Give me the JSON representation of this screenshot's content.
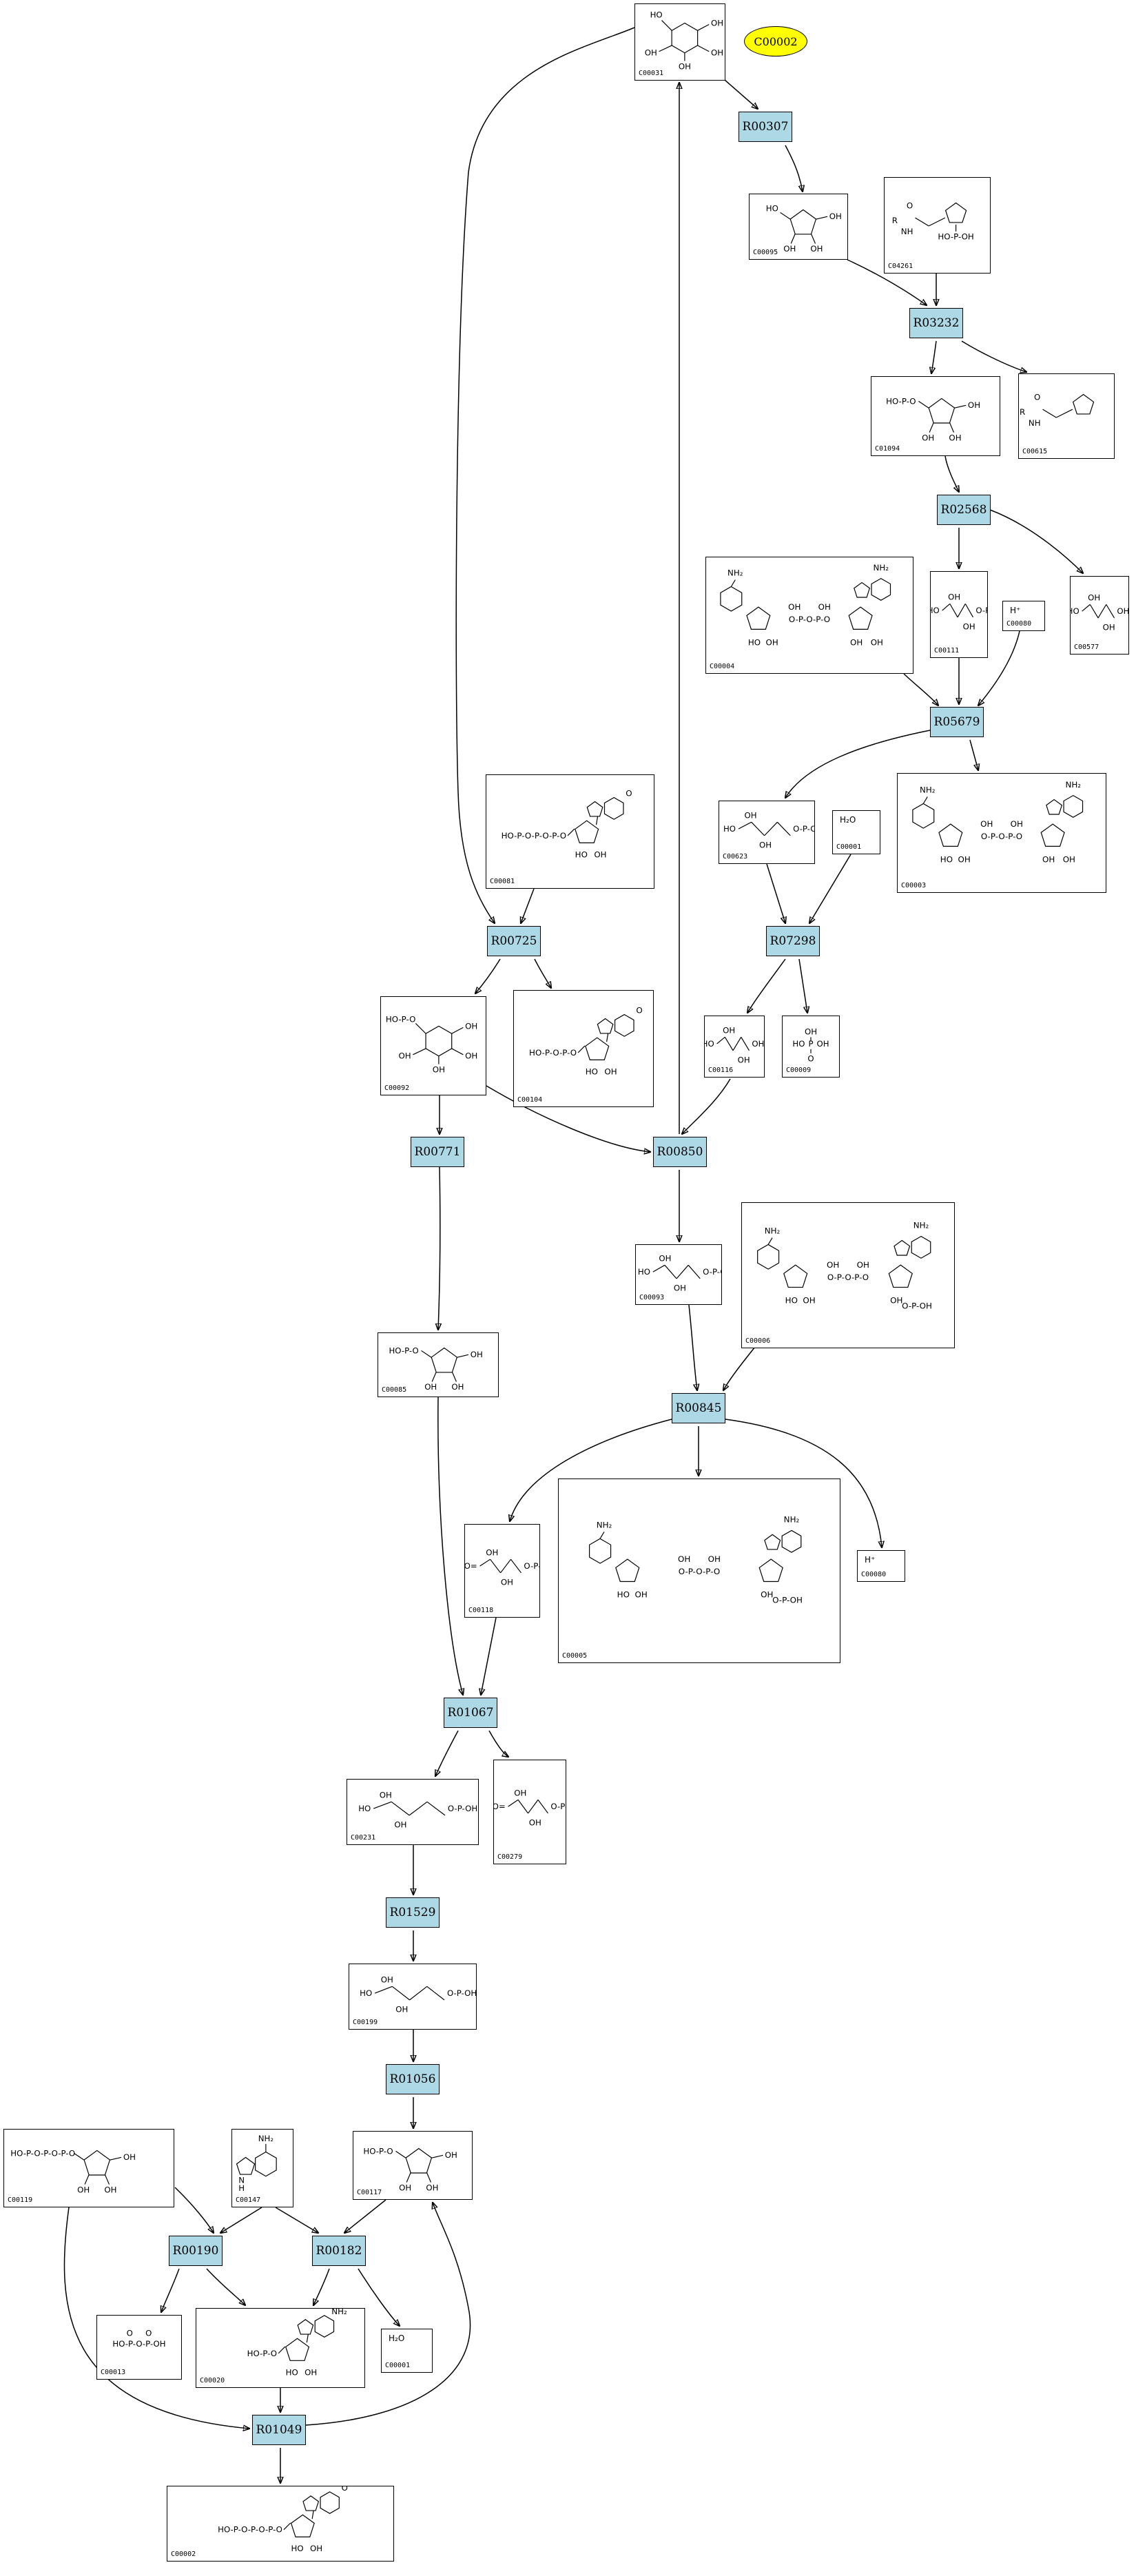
{
  "legend": {
    "label": "C00002",
    "color": "#ffff00"
  },
  "reaction_color": "#add8e6",
  "reactions": [
    {
      "id": "r00307",
      "label": "R00307"
    },
    {
      "id": "r03232",
      "label": "R03232"
    },
    {
      "id": "r02568",
      "label": "R02568"
    },
    {
      "id": "r05679",
      "label": "R05679"
    },
    {
      "id": "r00725",
      "label": "R00725"
    },
    {
      "id": "r07298",
      "label": "R07298"
    },
    {
      "id": "r00771",
      "label": "R00771"
    },
    {
      "id": "r00850",
      "label": "R00850"
    },
    {
      "id": "r00845",
      "label": "R00845"
    },
    {
      "id": "r01067",
      "label": "R01067"
    },
    {
      "id": "r01529",
      "label": "R01529"
    },
    {
      "id": "r01056",
      "label": "R01056"
    },
    {
      "id": "r00190",
      "label": "R00190"
    },
    {
      "id": "r00182",
      "label": "R00182"
    },
    {
      "id": "r01049",
      "label": "R01049"
    }
  ],
  "compounds": [
    {
      "id": "c00031",
      "label": "C00031",
      "structure": "hexose-ring"
    },
    {
      "id": "c00095",
      "label": "C00095",
      "structure": "furanose"
    },
    {
      "id": "c04261",
      "label": "C04261",
      "structure": "phosphohistidine"
    },
    {
      "id": "c01094",
      "label": "C01094",
      "structure": "furanose-phosphate"
    },
    {
      "id": "c00615",
      "label": "C00615",
      "structure": "histidine-peptide"
    },
    {
      "id": "c00111",
      "label": "C00111",
      "structure": "chain-phosphate"
    },
    {
      "id": "c00080a",
      "label": "C00080",
      "structure": "proton",
      "text": "H⁺"
    },
    {
      "id": "c00577",
      "label": "C00577",
      "structure": "small-chain"
    },
    {
      "id": "c00004",
      "label": "C00004",
      "structure": "dinucleotide"
    },
    {
      "id": "c00081",
      "label": "C00081",
      "structure": "nucleotide-triphosphate"
    },
    {
      "id": "c00623",
      "label": "C00623",
      "structure": "chain-phosphate"
    },
    {
      "id": "c00001a",
      "label": "C00001",
      "structure": "water",
      "text": "H₂O"
    },
    {
      "id": "c00003",
      "label": "C00003",
      "structure": "dinucleotide"
    },
    {
      "id": "c00092",
      "label": "C00092",
      "structure": "hexose-phosphate"
    },
    {
      "id": "c00104",
      "label": "C00104",
      "structure": "nucleotide-diphosphate"
    },
    {
      "id": "c00116",
      "label": "C00116",
      "structure": "glycerol"
    },
    {
      "id": "c00009",
      "label": "C00009",
      "structure": "phosphate"
    },
    {
      "id": "c00093",
      "label": "C00093",
      "structure": "chain-phosphate"
    },
    {
      "id": "c00006",
      "label": "C00006",
      "structure": "dinucleotide-phosphate"
    },
    {
      "id": "c00085",
      "label": "C00085",
      "structure": "furanose-phosphate"
    },
    {
      "id": "c00118",
      "label": "C00118",
      "structure": "aldehyde-phosphate"
    },
    {
      "id": "c00005",
      "label": "C00005",
      "structure": "dinucleotide-phosphate"
    },
    {
      "id": "c00080b",
      "label": "C00080",
      "structure": "proton",
      "text": "H⁺"
    },
    {
      "id": "c00231",
      "label": "C00231",
      "structure": "chain-phosphate"
    },
    {
      "id": "c00279",
      "label": "C00279",
      "structure": "aldehyde-phosphate"
    },
    {
      "id": "c00199",
      "label": "C00199",
      "structure": "chain-phosphate"
    },
    {
      "id": "c00119",
      "label": "C00119",
      "structure": "furanose-triphosphate"
    },
    {
      "id": "c00147",
      "label": "C00147",
      "structure": "purine"
    },
    {
      "id": "c00117",
      "label": "C00117",
      "structure": "furanose-phosphate"
    },
    {
      "id": "c00013",
      "label": "C00013",
      "structure": "diphosphate"
    },
    {
      "id": "c00020",
      "label": "C00020",
      "structure": "nucleotide-monophosphate"
    },
    {
      "id": "c00001b",
      "label": "C00001",
      "structure": "water",
      "text": "H₂O"
    },
    {
      "id": "c00002",
      "label": "C00002",
      "structure": "nucleotide-triphosphate"
    }
  ]
}
